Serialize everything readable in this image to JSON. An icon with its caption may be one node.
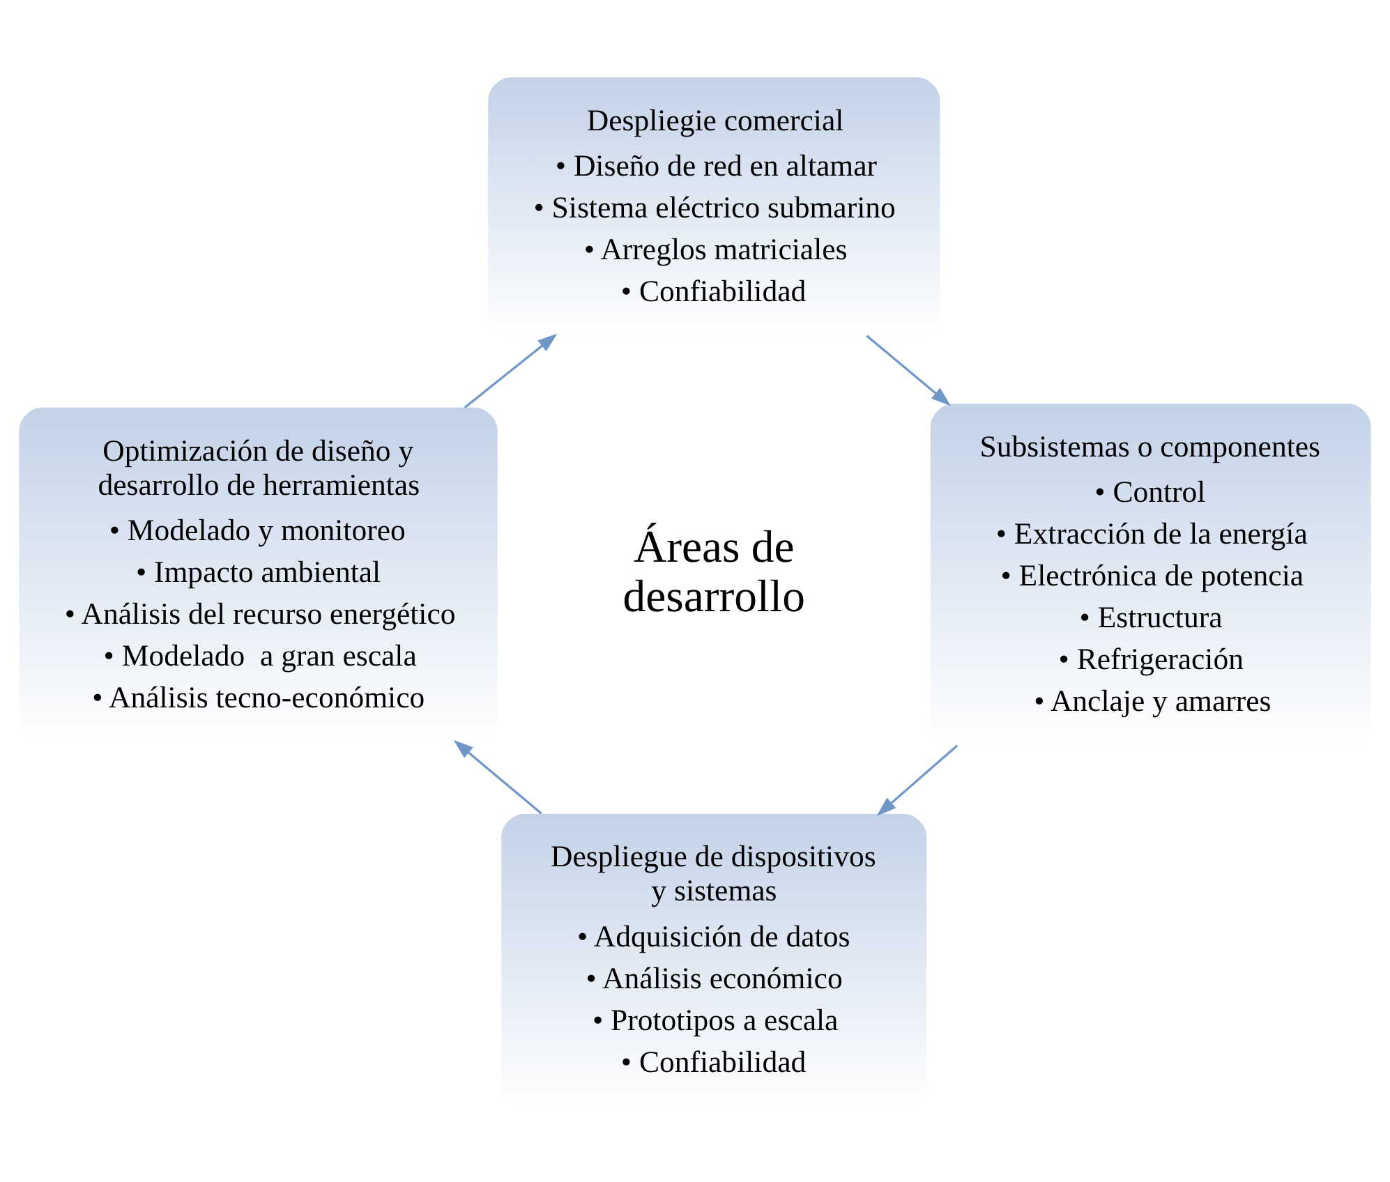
{
  "diagram": {
    "nodes": [
      {
        "text": [
          "Despliegie comercial",
          "• Diseño de red en altamar",
          "• Sistema eléctrico submarino",
          "• Arreglos matriciales",
          "• Confiabilidad"
        ]
      },
      {
        "text": [
          "Subsistemas o componentes",
          "• Control",
          "• Extracción de la energía",
          "• Electrónica de potencia",
          "• Estructura",
          "• Refrigeración",
          "• Anclaje y amarres"
        ]
      },
      {
        "text": [
          "Despliegue de dispositivos  y sistemas",
          "• Adquisición de datos",
          "• Análisis económico",
          "• Prototipos a escala",
          "• Confiabilidad"
        ]
      },
      {
        "text": [
          "Optimización de diseño y desarrollo de herramientas",
          "• Modelado y monitoreo",
          "• Impacto ambiental",
          "• Análisis del recurso energético",
          "• Modelado  a gran escala",
          "• Análisis tecno-económico"
        ]
      }
    ],
    "edges": [
      {
        "from": 0,
        "to": 1,
        "arrow": "to"
      },
      {
        "from": 1,
        "to": 2,
        "arrow": "to"
      },
      {
        "from": 2,
        "to": 3,
        "arrow": "to"
      },
      {
        "from": 3,
        "to": 0,
        "arrow": "to"
      }
    ],
    "labels": [
      "Áreas de desarrollo"
    ]
  }
}
